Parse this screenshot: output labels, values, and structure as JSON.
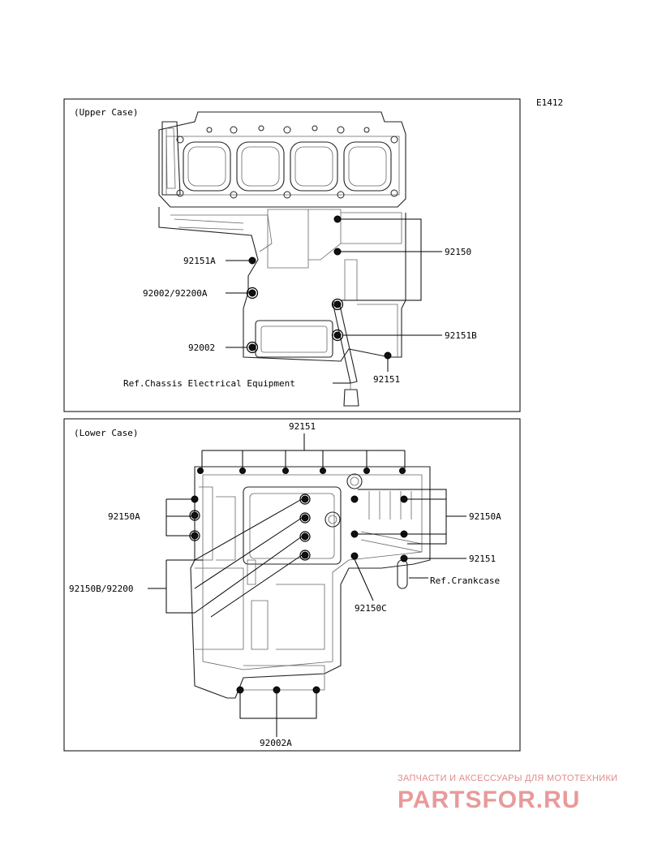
{
  "figure_code": "E1412",
  "upper": {
    "title": "(Upper Case)",
    "labels": {
      "p92150": "92150",
      "p92151A": "92151A",
      "p92002_92200A": "92002/92200A",
      "p92151B": "92151B",
      "p92002": "92002",
      "ref_chassis": "Ref.Chassis Electrical Equipment",
      "p92151": "92151"
    }
  },
  "lower": {
    "title": "(Lower Case)",
    "labels": {
      "p92151_top": "92151",
      "p92150A_left": "92150A",
      "p92150A_right": "92150A",
      "p92151_right": "92151",
      "ref_crankcase": "Ref.Crankcase",
      "p92150B_92200": "92150B/92200",
      "p92150C": "92150C",
      "p92002A": "92002A"
    }
  },
  "watermark": {
    "tagline": "ЗАПЧАСТИ И АКСЕССУАРЫ ДЛЯ МОТОТЕХНИКИ",
    "logo": "PARTSFOR.RU"
  }
}
